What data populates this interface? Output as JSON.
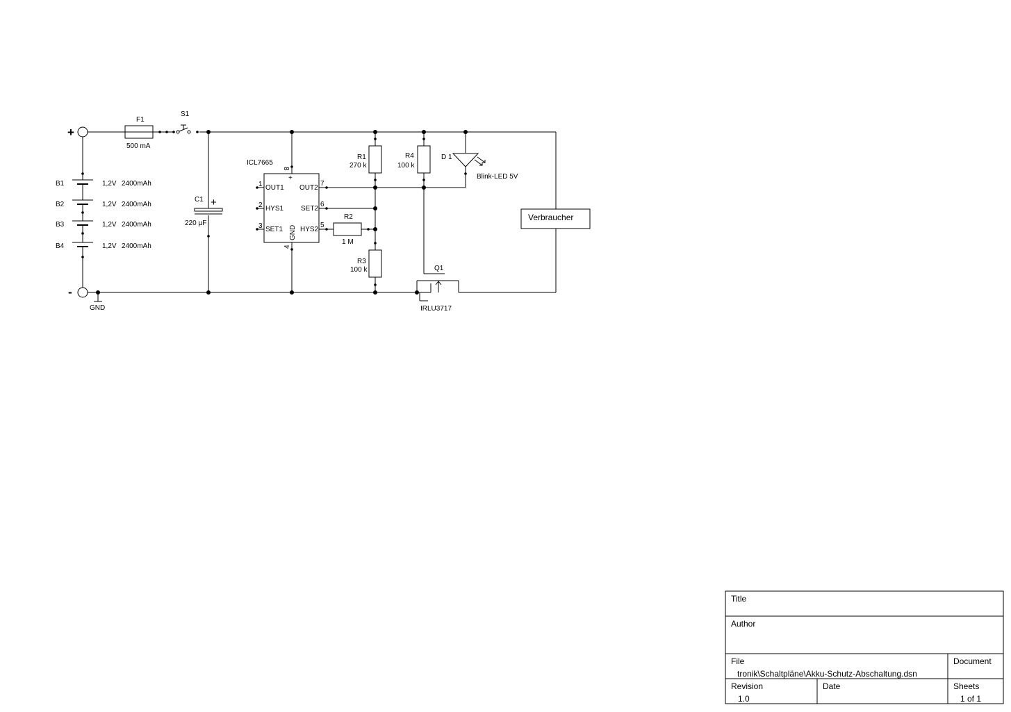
{
  "terminals": {
    "plus": "+",
    "minus": "-",
    "gnd": "GND"
  },
  "fuse": {
    "ref": "F1",
    "value": "500 mA"
  },
  "switch": {
    "ref": "S1"
  },
  "batteries": [
    {
      "ref": "B1",
      "voltage": "1,2V",
      "capacity": "2400mAh"
    },
    {
      "ref": "B2",
      "voltage": "1,2V",
      "capacity": "2400mAh"
    },
    {
      "ref": "B3",
      "voltage": "1,2V",
      "capacity": "2400mAh"
    },
    {
      "ref": "B4",
      "voltage": "1,2V",
      "capacity": "2400mAh"
    }
  ],
  "capacitor": {
    "ref": "C1",
    "value": "220 µF",
    "polarity": "+"
  },
  "ic": {
    "name": "ICL7665",
    "pins": {
      "out1": "OUT1",
      "hys1": "HYS1",
      "set1": "SET1",
      "out2": "OUT2",
      "set2": "SET2",
      "hys2": "HYS2",
      "gnd": "GND"
    },
    "pin_numbers": {
      "p1": "1",
      "p2": "2",
      "p3": "3",
      "p4": "4",
      "p5": "5",
      "p6": "6",
      "p7": "7",
      "p8": "8"
    },
    "vplus": "+"
  },
  "resistors": {
    "r1": {
      "ref": "R1",
      "value": "270 k"
    },
    "r2": {
      "ref": "R2",
      "value": "1 M"
    },
    "r3": {
      "ref": "R3",
      "value": "100 k"
    },
    "r4": {
      "ref": "R4",
      "value": "100 k"
    }
  },
  "led": {
    "ref": "D 1",
    "value": "Blink-LED 5V"
  },
  "mosfet": {
    "ref": "Q1",
    "value": "IRLU3717"
  },
  "load": {
    "label": "Verbraucher"
  },
  "title_block": {
    "title_label": "Title",
    "title_value": "",
    "author_label": "Author",
    "author_value": "",
    "file_label": "File",
    "file_value": "tronik\\Schaltpläne\\Akku-Schutz-Abschaltung.dsn",
    "document_label": "Document",
    "document_value": "",
    "revision_label": "Revision",
    "revision_value": "1.0",
    "date_label": "Date",
    "date_value": "",
    "sheets_label": "Sheets",
    "sheets_value": "1 of 1"
  }
}
